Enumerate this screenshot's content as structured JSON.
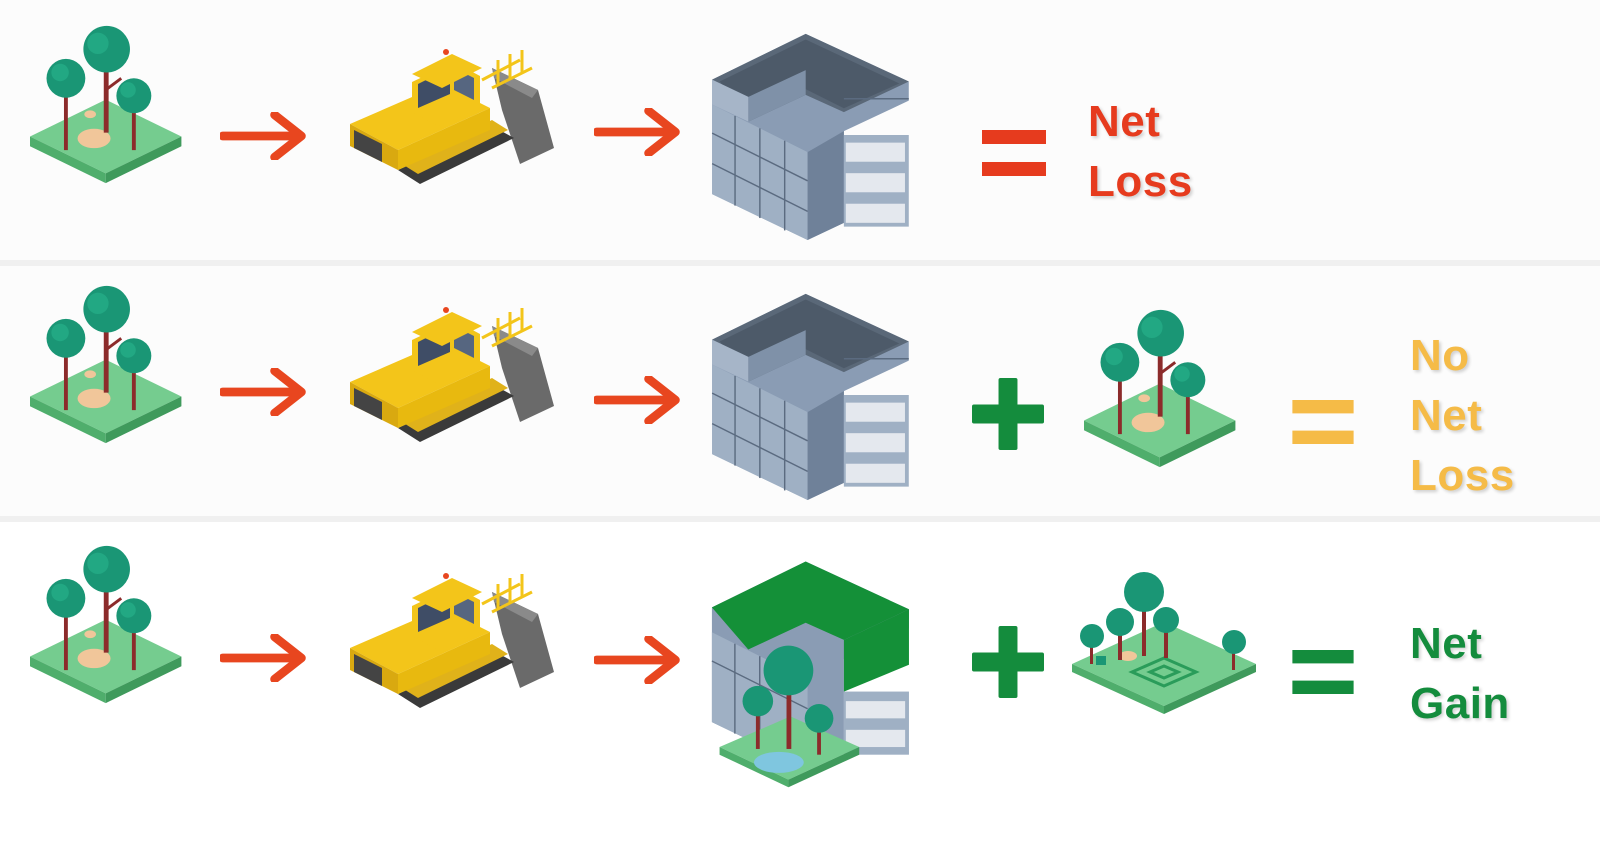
{
  "colors": {
    "arrow": "#e8461f",
    "net_loss": "#e63b1e",
    "no_net_loss": "#f5bb47",
    "net_gain": "#148c3d",
    "plus": "#148c3d",
    "ground": "#75cc8f",
    "ground_side": "#4fae6c",
    "tree": "#1a9675",
    "trunk": "#8c2b2b",
    "dozer": "#f3c51a",
    "building_roof": "#5a6878",
    "green_roof": "#149038"
  },
  "rows": [
    {
      "sequence": [
        "habitat-icon",
        "right-arrow-icon",
        "bulldozer-icon",
        "right-arrow-icon",
        "office-building-icon",
        "equals-icon"
      ],
      "outcome": {
        "lines": [
          "Net",
          "Loss"
        ],
        "color_key": "net_loss"
      }
    },
    {
      "sequence": [
        "habitat-icon",
        "right-arrow-icon",
        "bulldozer-icon",
        "right-arrow-icon",
        "office-building-icon",
        "plus-icon",
        "habitat-icon",
        "equals-icon"
      ],
      "outcome": {
        "lines": [
          "No",
          "Net",
          "Loss"
        ],
        "color_key": "no_net_loss"
      }
    },
    {
      "sequence": [
        "habitat-icon",
        "right-arrow-icon",
        "bulldozer-icon",
        "right-arrow-icon",
        "green-building-icon",
        "plus-icon",
        "park-icon",
        "equals-icon"
      ],
      "outcome": {
        "lines": [
          "Net",
          "Gain"
        ],
        "color_key": "net_gain"
      }
    }
  ]
}
